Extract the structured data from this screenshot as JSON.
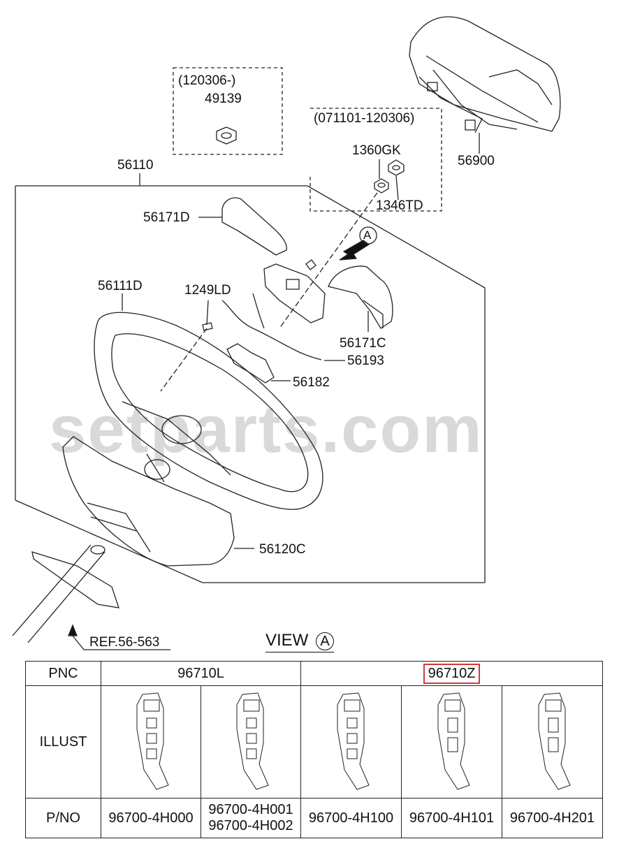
{
  "watermark": "setparts.com",
  "labels": {
    "box1_range": "(120306-)",
    "box1_part": "49139",
    "box2_range": "(071101-120306)",
    "p1360": "1360GK",
    "p1346": "1346TD",
    "p56900": "56900",
    "p56110": "56110",
    "p56171d": "56171D",
    "p56111d": "56111D",
    "p1249": "1249LD",
    "p56171c": "56171C",
    "p56193": "56193",
    "p56182": "56182",
    "p56120c": "56120C",
    "ref": "REF.56-563",
    "view_a_marker": "A",
    "view": "VIEW",
    "view_circle": "A"
  },
  "table": {
    "pnc_header": "PNC",
    "pnc_left": "96710L",
    "pnc_right": "96710Z",
    "illust_header": "ILLUST",
    "pno_header": "P/NO",
    "pno": [
      "96700-4H000",
      "96700-4H001",
      "96700-4H002",
      "96700-4H100",
      "96700-4H101",
      "96700-4H201"
    ]
  },
  "colors": {
    "highlight": "#d43a3a",
    "line": "#222222",
    "watermark": "#d9d9d9"
  }
}
